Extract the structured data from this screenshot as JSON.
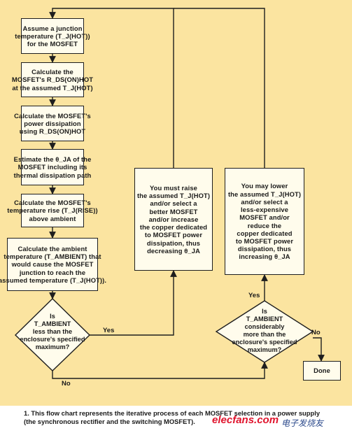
{
  "boxes": {
    "b1": [
      "Assume a junction",
      "temperature (T_J(HOT))",
      "for the MOSFET"
    ],
    "b2": [
      "Calculate the",
      "MOSFET's R_DS(ON)HOT",
      "at the assumed T_J(HOT)"
    ],
    "b3": [
      "Calculate the MOSFET's",
      "power dissipation",
      "using R_DS(ON)HOT"
    ],
    "b4": [
      "Estimate the θ_JA of the",
      "MOSFET including its",
      "thermal dissipation path"
    ],
    "b5": [
      "Calculate the MOSFET's",
      "temperature rise (T_J(RISE))",
      "above ambient"
    ],
    "b6": [
      "Calculate the ambient",
      "temperature (T_AMBIENT) that",
      "would cause the MOSFET",
      "junction to reach the",
      "assumed temperature (T_J(HOT))."
    ],
    "raise": [
      "You must raise",
      "the assumed T_J(HOT)",
      "and/or select a",
      "better MOSFET",
      "and/or increase",
      "the copper dedicated",
      "to MOSFET power",
      "dissipation, thus",
      "decreasing θ_JA"
    ],
    "lower": [
      "You may lower",
      "the assumed T_J(HOT)",
      "and/or select a",
      "less-expensive",
      "MOSFET and/or",
      "reduce the",
      "copper dedicated",
      "to MOSFET power",
      "dissipation, thus",
      "increasing θ_JA"
    ],
    "done": [
      "Done"
    ]
  },
  "decisions": {
    "d1": [
      "Is",
      "T_AMBIENT",
      "less than the",
      "enclosure's specified",
      "maximum?"
    ],
    "d2": [
      "Is",
      "T_AMBIENT",
      "considerably",
      "more than the",
      "enclosure's specified",
      "maximum?"
    ]
  },
  "labels": {
    "d1_yes": "Yes",
    "d1_no": "No",
    "d2_yes": "Yes",
    "d2_no": "No"
  },
  "footnote": [
    "1. This flow chart represents the iterative process of each MOSFET selection in a power supply",
    "(the synchronous rectifier and the switching MOSFET)."
  ],
  "watermark": {
    "logo": "elecfans.com",
    "chinese": "电子发烧友"
  },
  "colors": {
    "background": "#fbe4a0",
    "box_fill": "#fffcec",
    "line": "#1e1e1e",
    "watermark_red": "#e0142d"
  }
}
